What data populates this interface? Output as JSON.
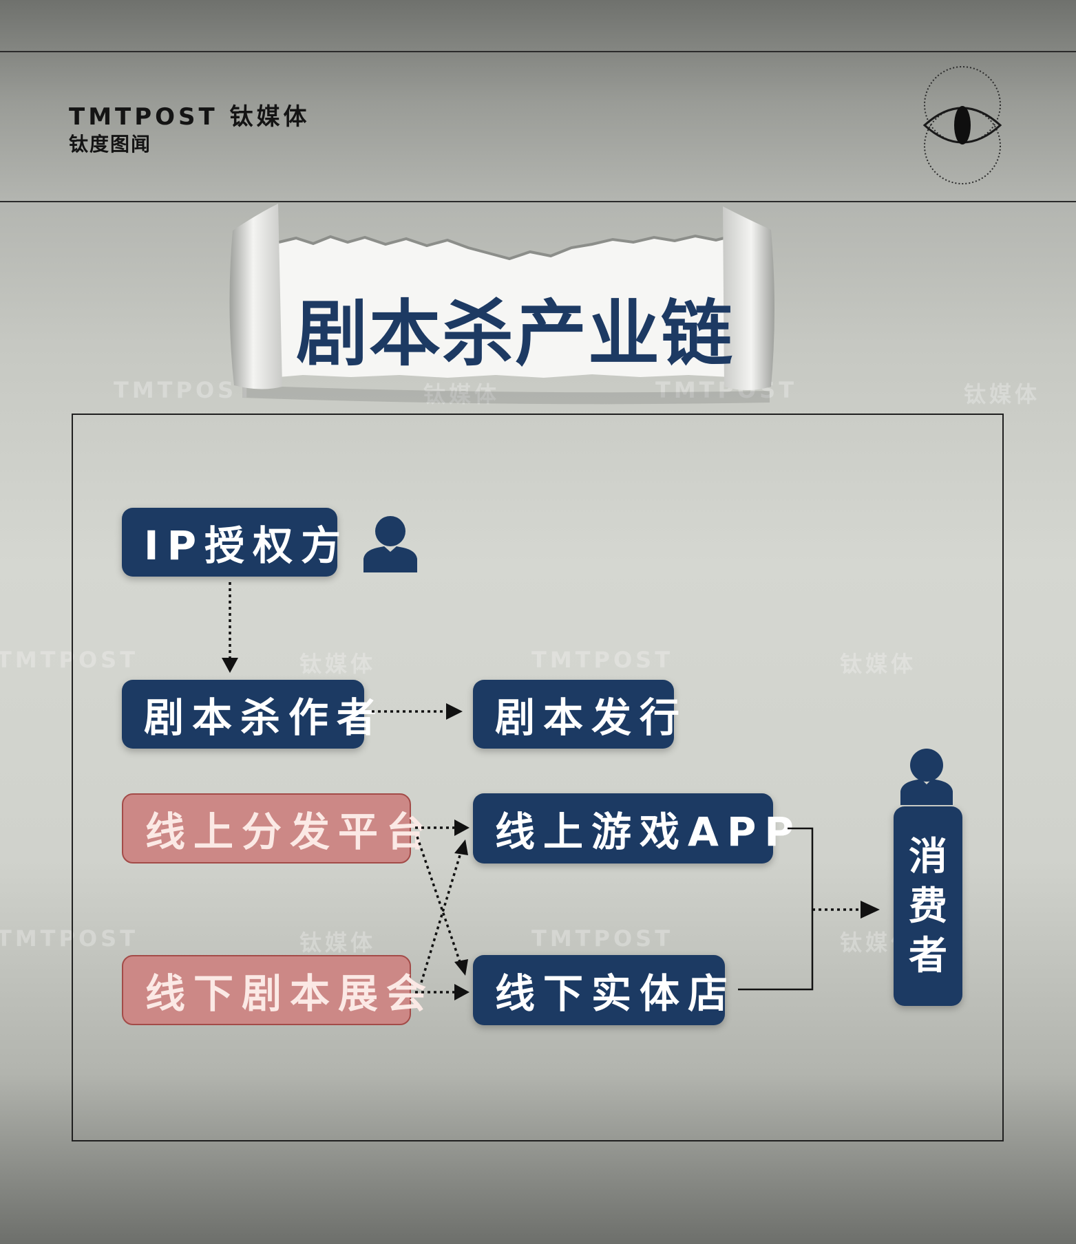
{
  "header": {
    "brand": "TMTPOST 钛媒体",
    "column": "钛度图闻"
  },
  "watermark": {
    "latin": "TMTPOST",
    "chinese": "钛媒体"
  },
  "banner": {
    "title": "剧本杀产业链"
  },
  "diagram": {
    "nodes": {
      "ip_licensor": "IP授权方",
      "script_author": "剧本杀作者",
      "script_publisher": "剧本发行",
      "online_platform": "线上分发平台",
      "offline_expo": "线下剧本展会",
      "online_app": "线上游戏APP",
      "offline_store": "线下实体店",
      "consumer": [
        "消",
        "费",
        "者"
      ]
    },
    "edges": [
      {
        "from": "ip_licensor",
        "to": "script_author",
        "style": "dotted"
      },
      {
        "from": "script_author",
        "to": "script_publisher",
        "style": "dotted"
      },
      {
        "from": "online_platform",
        "to": "online_app",
        "style": "dotted"
      },
      {
        "from": "online_platform",
        "to": "offline_store",
        "style": "dotted"
      },
      {
        "from": "offline_expo",
        "to": "online_app",
        "style": "dotted"
      },
      {
        "from": "offline_expo",
        "to": "offline_store",
        "style": "dotted"
      },
      {
        "from": "online_app",
        "to": "consumer",
        "style": "bracket"
      },
      {
        "from": "offline_store",
        "to": "consumer",
        "style": "bracket"
      }
    ],
    "colors": {
      "node_primary": "#1c3a63",
      "node_secondary": "#cc8886",
      "node_secondary_border": "#a34b48"
    }
  }
}
